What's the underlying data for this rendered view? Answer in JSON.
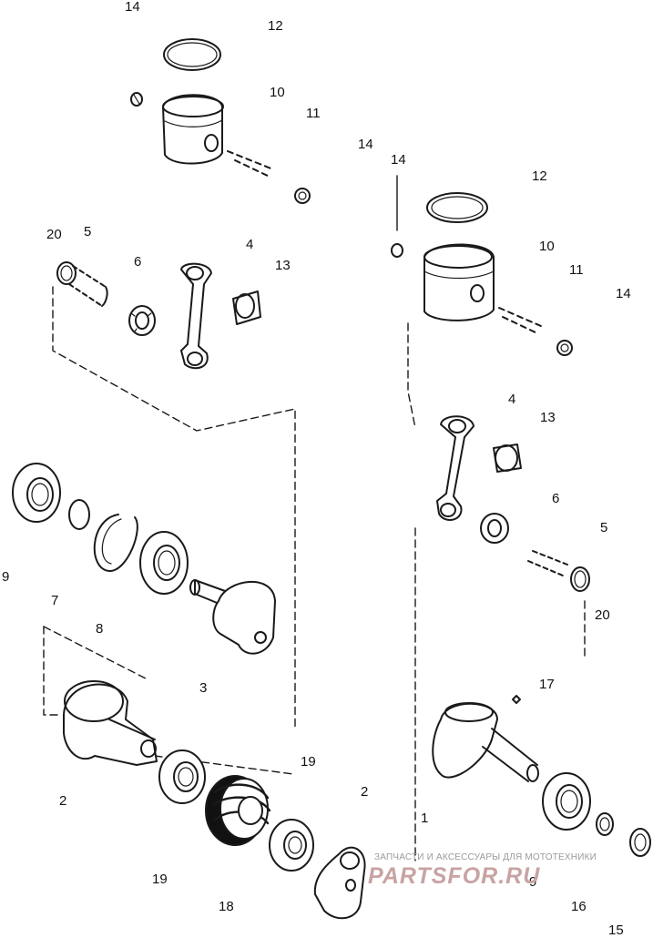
{
  "callouts": {
    "c14_top": "14",
    "c12_top": "12",
    "c10_top": "10",
    "c11_top": "11",
    "c14_mid": "14",
    "c14_mid2": "14",
    "c12_right": "12",
    "c10_right": "10",
    "c11_right": "11",
    "c14_right": "14",
    "c20_left": "20",
    "c5_left": "5",
    "c6_left": "6",
    "c4_left": "4",
    "c13_left": "13",
    "c4_right": "4",
    "c13_right": "13",
    "c6_right": "6",
    "c5_right": "5",
    "c20_right": "20",
    "c9_left": "9",
    "c7": "7",
    "c8": "8",
    "c3": "3",
    "c17": "17",
    "c2_left": "2",
    "c19_left": "19",
    "c18": "18",
    "c19_right": "19",
    "c2_right": "2",
    "c1": "1",
    "c9_right": "9",
    "c16": "16",
    "c15": "15"
  },
  "watermark": {
    "tagline": "ЗАПЧАСТИ И АКСЕССУАРЫ ДЛЯ МОТОТЕХНИКИ",
    "logo": "PARTSFOR.RU"
  }
}
